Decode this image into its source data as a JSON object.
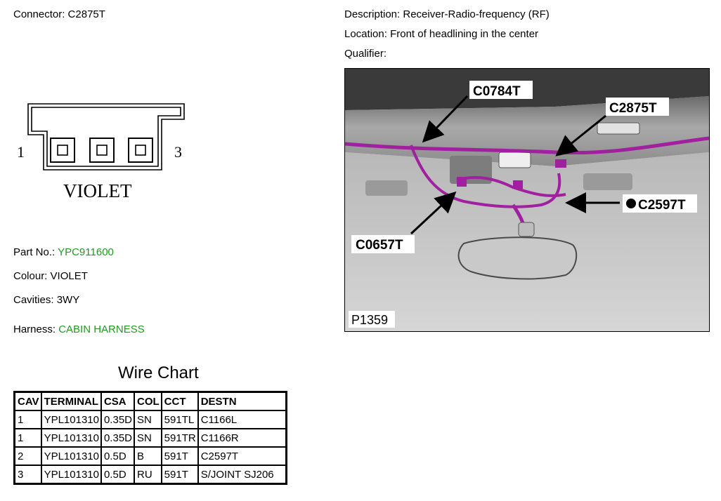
{
  "connector": {
    "label": "Connector:",
    "value": "C2875T"
  },
  "description": {
    "label": "Description:",
    "value": "Receiver-Radio-frequency (RF)"
  },
  "location": {
    "label": "Location:",
    "value": "Front of headlining in the center"
  },
  "qualifier": {
    "label": "Qualifier:",
    "value": ""
  },
  "connector_face": {
    "pin_left": "1",
    "pin_right": "3",
    "colour_text": "VIOLET"
  },
  "part_no": {
    "label": "Part No.:",
    "value": "YPC911600"
  },
  "colour": {
    "label": "Colour:",
    "value": "VIOLET"
  },
  "cavities": {
    "label": "Cavities:",
    "value": "3WY"
  },
  "harness": {
    "label": "Harness:",
    "value": "CABIN HARNESS"
  },
  "wire_chart": {
    "title": "Wire Chart",
    "headers": [
      "CAV",
      "TERMINAL",
      "CSA",
      "COL",
      "CCT",
      "DESTN"
    ],
    "rows": [
      [
        "1",
        "YPL101310",
        "0.35D",
        "SN",
        "591TL",
        "C1166L"
      ],
      [
        "1",
        "YPL101310",
        "0.35D",
        "SN",
        "591TR",
        "C1166R"
      ],
      [
        "2",
        "YPL101310",
        "0.5D",
        "B",
        "591T",
        "C2597T"
      ],
      [
        "3",
        "YPL101310",
        "0.5D",
        "RU",
        "591T",
        "S/JOINT SJ206"
      ]
    ]
  },
  "photo": {
    "callouts": {
      "c0784": "C0784T",
      "c2875": "C2875T",
      "c2597": "C2597T",
      "c0657": "C0657T"
    },
    "ref": "P1359"
  },
  "colors": {
    "harness_highlight": "#a020a0",
    "link_green": "#1f9a1f"
  }
}
